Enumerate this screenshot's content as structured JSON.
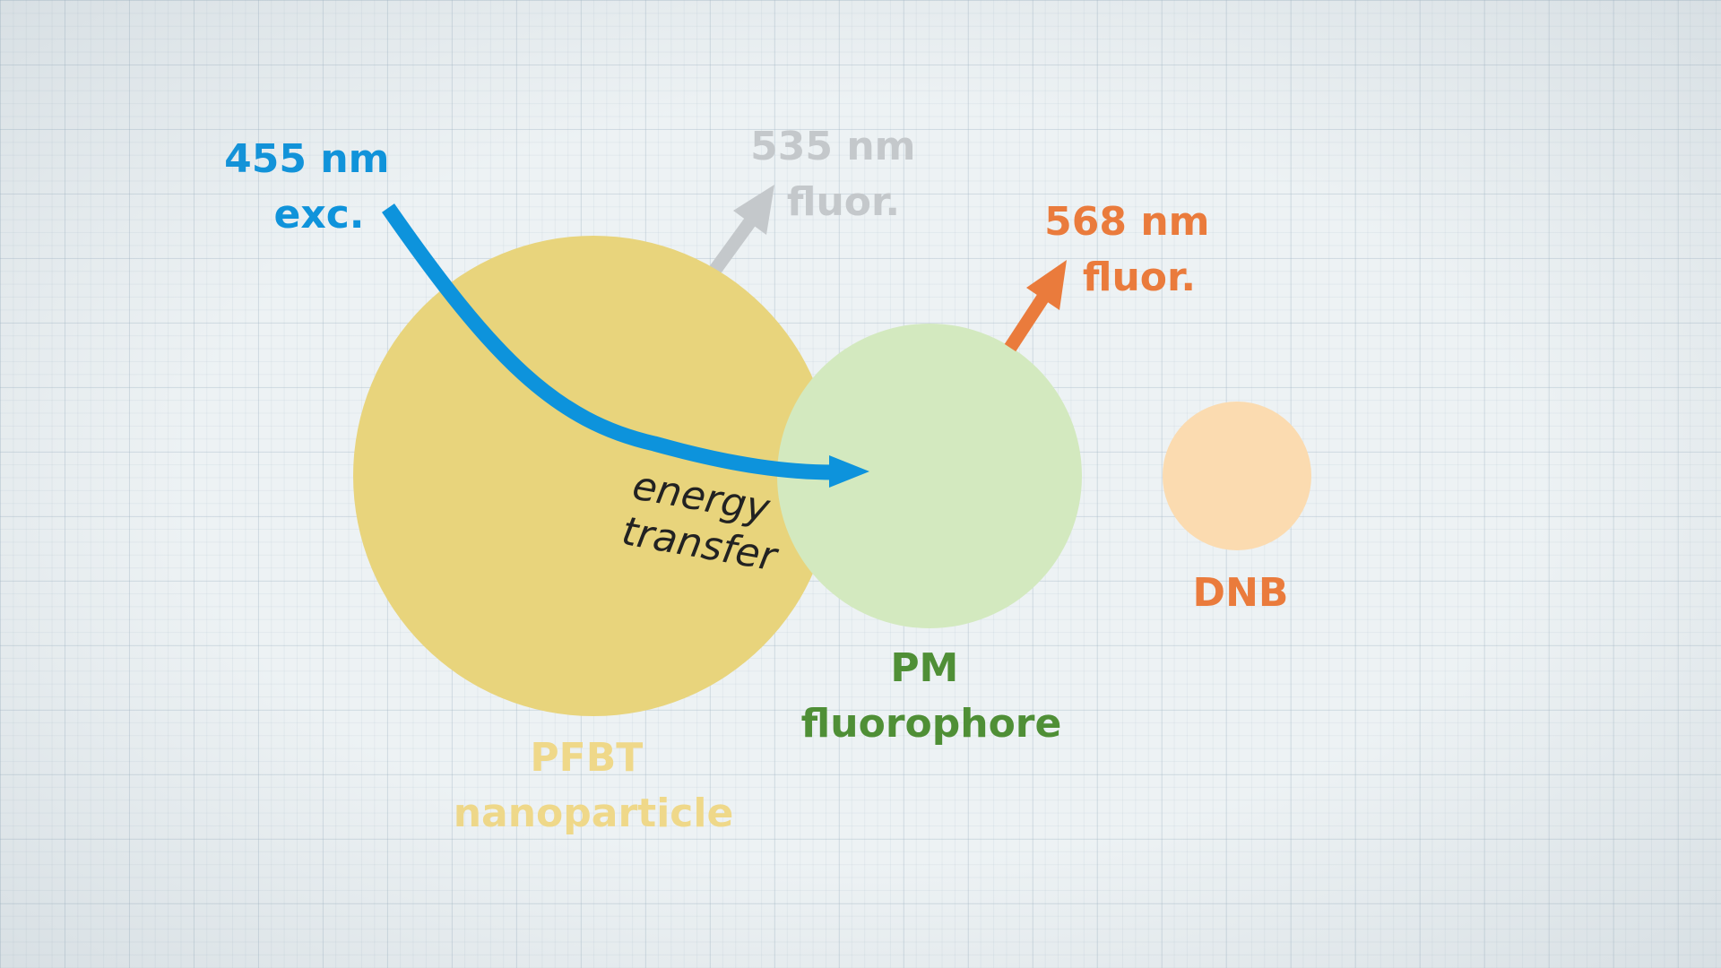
{
  "colors": {
    "excitation": "#0d93dc",
    "pfbt": "#e8d47c",
    "pfbt_label": "#efd889",
    "pm": "#d3e9bf",
    "pm_label": "#4f8f36",
    "dnb": "#fbdbb0",
    "dnb_label": "#ea7b3c",
    "fluor_535": "#c4c8cb",
    "fluor_568": "#ea7b3c",
    "text_dark": "#222222"
  },
  "excitation": {
    "line1": "455 nm",
    "line2": "exc."
  },
  "fluor_535": {
    "line1": "535 nm",
    "line2": "fluor."
  },
  "fluor_568": {
    "line1": "568 nm",
    "line2": "fluor."
  },
  "energy_transfer": {
    "line1": "energy",
    "line2": "transfer"
  },
  "pfbt": {
    "line1": "PFBT",
    "line2": "nanoparticle"
  },
  "pm": {
    "line1": "PM",
    "line2": "fluorophore"
  },
  "dnb": {
    "label": "DNB"
  }
}
